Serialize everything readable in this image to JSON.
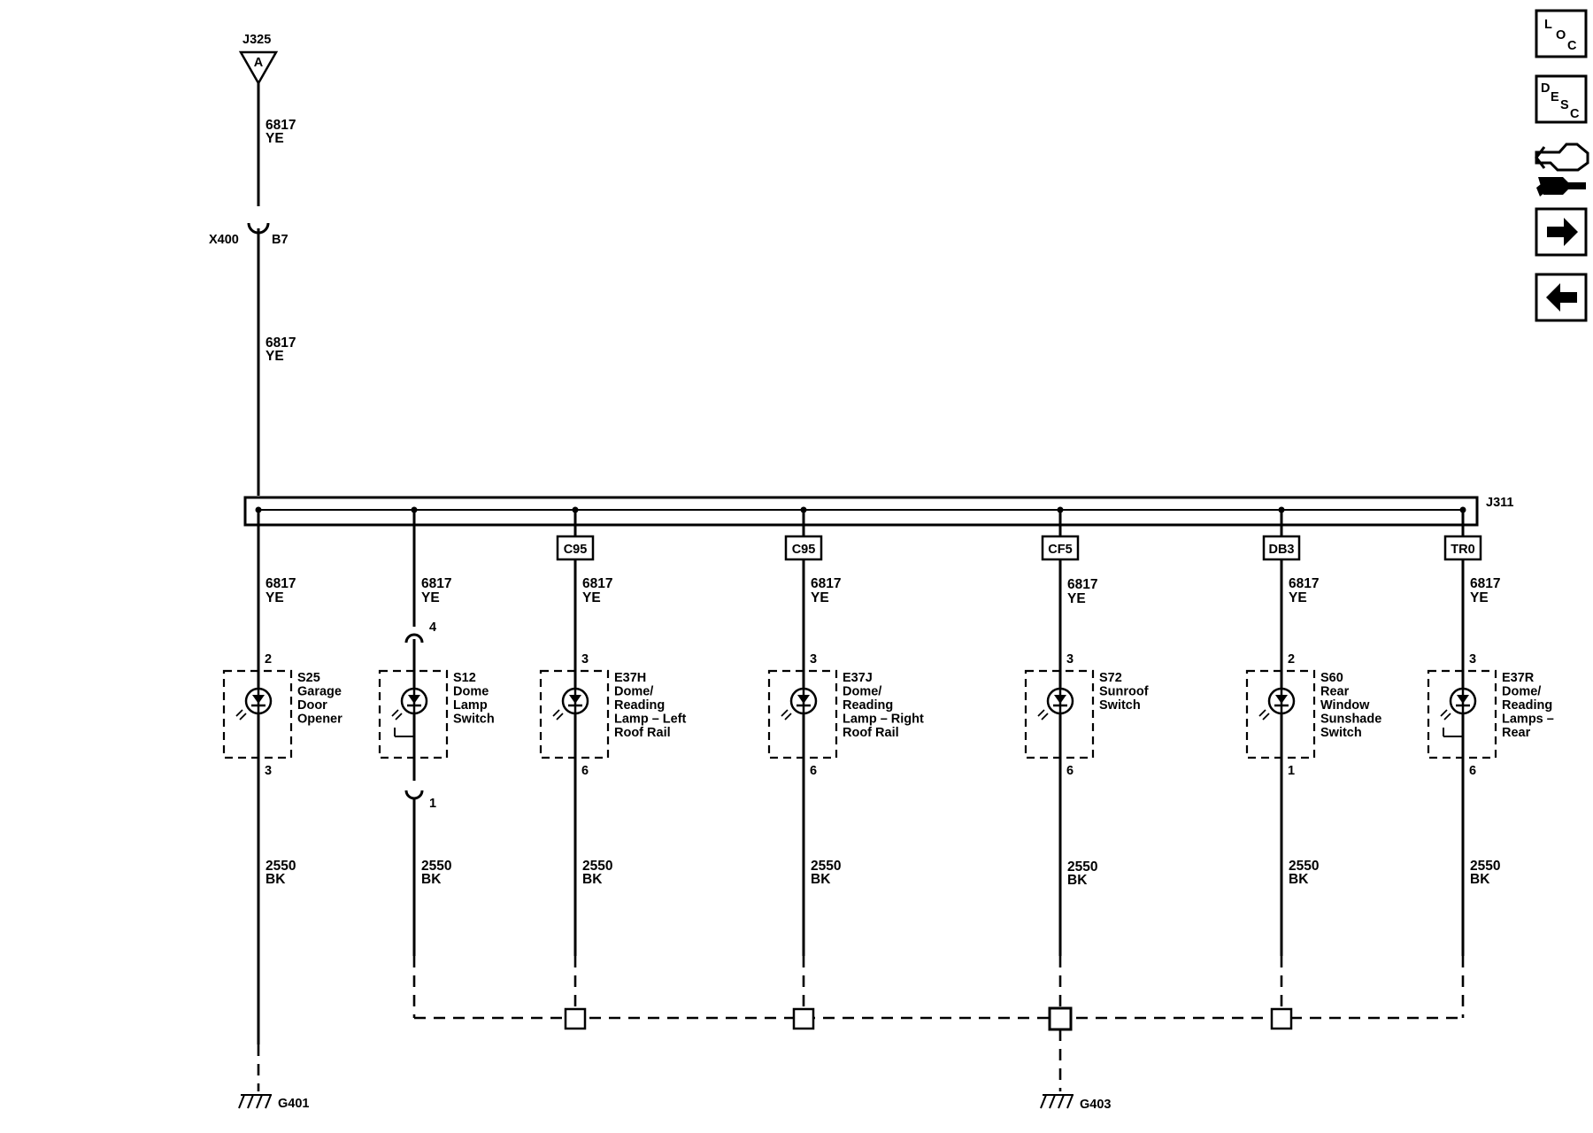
{
  "top": {
    "connector": "J325",
    "connector_pin": "A",
    "wire_upper": {
      "num": "6817",
      "color": "YE"
    },
    "inline_connector": "X400",
    "inline_pin": "B7",
    "wire_lower": {
      "num": "6817",
      "color": "YE"
    }
  },
  "splice": "J311",
  "branches": [
    {
      "option": "",
      "wire_top": {
        "num": "6817",
        "color": "YE"
      },
      "pin_in": "2",
      "pin_out": "3",
      "component": [
        "S25",
        "Garage",
        "Door",
        "Opener"
      ],
      "wire_bottom": {
        "num": "2550",
        "color": "BK"
      }
    },
    {
      "option": "",
      "wire_top": {
        "num": "6817",
        "color": "YE"
      },
      "pin_in": "4",
      "pin_out": "1",
      "component": [
        "S12",
        "Dome",
        "Lamp",
        "Switch"
      ],
      "wire_bottom": {
        "num": "2550",
        "color": "BK"
      }
    },
    {
      "option": "C95",
      "wire_top": {
        "num": "6817",
        "color": "YE"
      },
      "pin_in": "3",
      "pin_out": "6",
      "component": [
        "E37H",
        "Dome/",
        "Reading",
        "Lamp – Left",
        "Roof Rail"
      ],
      "wire_bottom": {
        "num": "2550",
        "color": "BK"
      }
    },
    {
      "option": "C95",
      "wire_top": {
        "num": "6817",
        "color": "YE"
      },
      "pin_in": "3",
      "pin_out": "6",
      "component": [
        "E37J",
        "Dome/",
        "Reading",
        "Lamp – Right",
        "Roof Rail"
      ],
      "wire_bottom": {
        "num": "2550",
        "color": "BK"
      }
    },
    {
      "option": "CF5",
      "wire_top": {
        "num": "6817",
        "color": "YE"
      },
      "pin_in": "3",
      "pin_out": "6",
      "component": [
        "S72",
        "Sunroof",
        "Switch"
      ],
      "wire_bottom": {
        "num": "2550",
        "color": "BK"
      }
    },
    {
      "option": "DB3",
      "wire_top": {
        "num": "6817",
        "color": "YE"
      },
      "pin_in": "2",
      "pin_out": "1",
      "component": [
        "S60",
        "Rear",
        "Window",
        "Sunshade",
        "Switch"
      ],
      "wire_bottom": {
        "num": "2550",
        "color": "BK"
      }
    },
    {
      "option": "TR0",
      "wire_top": {
        "num": "6817",
        "color": "YE"
      },
      "pin_in": "3",
      "pin_out": "6",
      "component": [
        "E37R",
        "Dome/",
        "Reading",
        "Lamps –",
        "Rear"
      ],
      "wire_bottom": {
        "num": "2550",
        "color": "BK"
      }
    }
  ],
  "grounds": [
    "G401",
    "G403"
  ],
  "nav": {
    "loc": {
      "letters": [
        "L",
        "O",
        "C"
      ],
      "icon": "loc-icon"
    },
    "desc": {
      "letters": [
        "D",
        "E",
        "S",
        "C"
      ],
      "icon": "desc-icon"
    },
    "connector": {
      "icon": "connector-plug-icon"
    },
    "next": {
      "icon": "arrow-right-icon"
    },
    "prev": {
      "icon": "arrow-left-icon"
    }
  }
}
